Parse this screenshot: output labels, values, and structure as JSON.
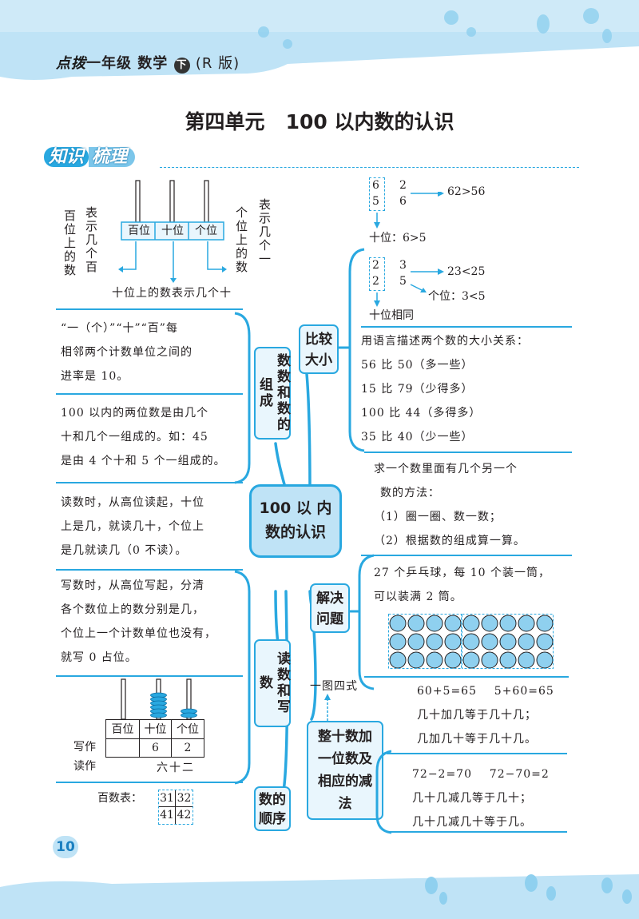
{
  "header": {
    "brand": "点拨",
    "grade": "一年级 数学",
    "volume": "下",
    "edition": "(R 版)"
  },
  "unit_title": "第四单元   100 以内数的认识",
  "section_tag": {
    "a": "知识",
    "b": "梳理"
  },
  "center_node": {
    "line1": "100 以 内",
    "line2": "数的认识"
  },
  "place_value": {
    "col_labels": [
      "百位",
      "十位",
      "个位"
    ],
    "left_vertical": [
      "表示几个百",
      "百位上的数"
    ],
    "right_vertical": [
      "个位上的数",
      "表示几个一"
    ],
    "bottom_caption": "十位上的数表示几个十"
  },
  "composition": {
    "label": "数数和数的组成",
    "text1": [
      "“一（个）”“十”“百”每",
      "相邻两个计数单位之间的",
      "进率是 10。"
    ],
    "text2": [
      "100 以内的两位数是由几个",
      "十和几个一组成的。如：45",
      "是由 4 个十和 5 个一组成的。"
    ]
  },
  "read_write": {
    "label": "读数和写数",
    "read_text": [
      "读数时，从高位读起，十位",
      "上是几，就读几十，个位上",
      "是几就读几（0 不读）。"
    ],
    "write_text": [
      "写数时，从高位写起，分清",
      "各个数位上的数分别是几，",
      "个位上一个计数单位也没有，",
      "就写 0 占位。"
    ],
    "table_headers": [
      "百位",
      "十位",
      "个位"
    ],
    "write_label": "写作",
    "read_label": "读作",
    "digits": [
      "6",
      "2"
    ],
    "reading": "六十二"
  },
  "order": {
    "label": "数的顺序",
    "caption": "百数表：",
    "grid": [
      "31",
      "32",
      "41",
      "42"
    ]
  },
  "compare": {
    "label": "比较大小",
    "ex1": {
      "top": [
        "6",
        "2"
      ],
      "bottom": [
        "5",
        "6"
      ],
      "result": "62>56",
      "note": "十位：6>5"
    },
    "ex2": {
      "top": [
        "2",
        "3"
      ],
      "bottom": [
        "2",
        "5"
      ],
      "result": "23<25",
      "ones": "个位：3<5",
      "note": "十位相同"
    },
    "desc_title": "用语言描述两个数的大小关系：",
    "desc": [
      "56 比 50（多一些）",
      "15 比 79（少得多）",
      "100 比 44（多得多）",
      "35 比 40（少一些）"
    ]
  },
  "solve": {
    "label": "解决问题",
    "method": [
      "求一个数里面有几个另一个",
      "数的方法：",
      "（1）圈一圈、数一数；",
      "（2）根据数的组成算一算。"
    ],
    "example": [
      "27 个乒乓球，每 10 个装一筒，",
      "可以装满 2 筒。"
    ],
    "ball_count": 27
  },
  "tens_plus": {
    "label": "整十数加一位数及相应的减法",
    "tip": "一图四式",
    "add_eq": "60+5=65    5+60=65",
    "add_rules": [
      "几十加几等于几十几；",
      "几加几十等于几十几。"
    ],
    "sub_eq": "72−2=70    72−70=2",
    "sub_rules": [
      "几十几减几等于几十；",
      "几十几减几十等于几。"
    ]
  },
  "page_number": "10"
}
